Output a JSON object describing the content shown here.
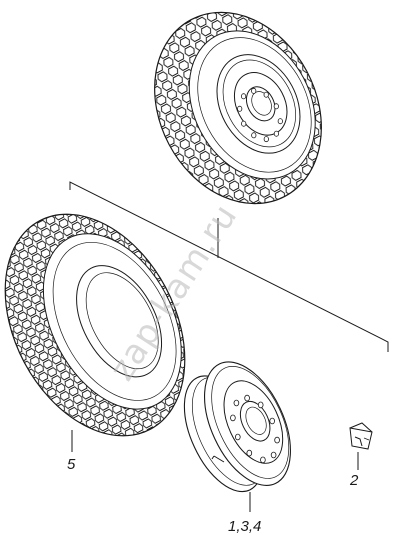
{
  "callouts": {
    "tire": "5",
    "valve_cap": "2",
    "wheel_rim": "1,3,4"
  },
  "watermark": "zap-kam.ru",
  "colors": {
    "line": "#1a1a1a",
    "watermark": "#b9b9b9",
    "background": "#ffffff"
  }
}
